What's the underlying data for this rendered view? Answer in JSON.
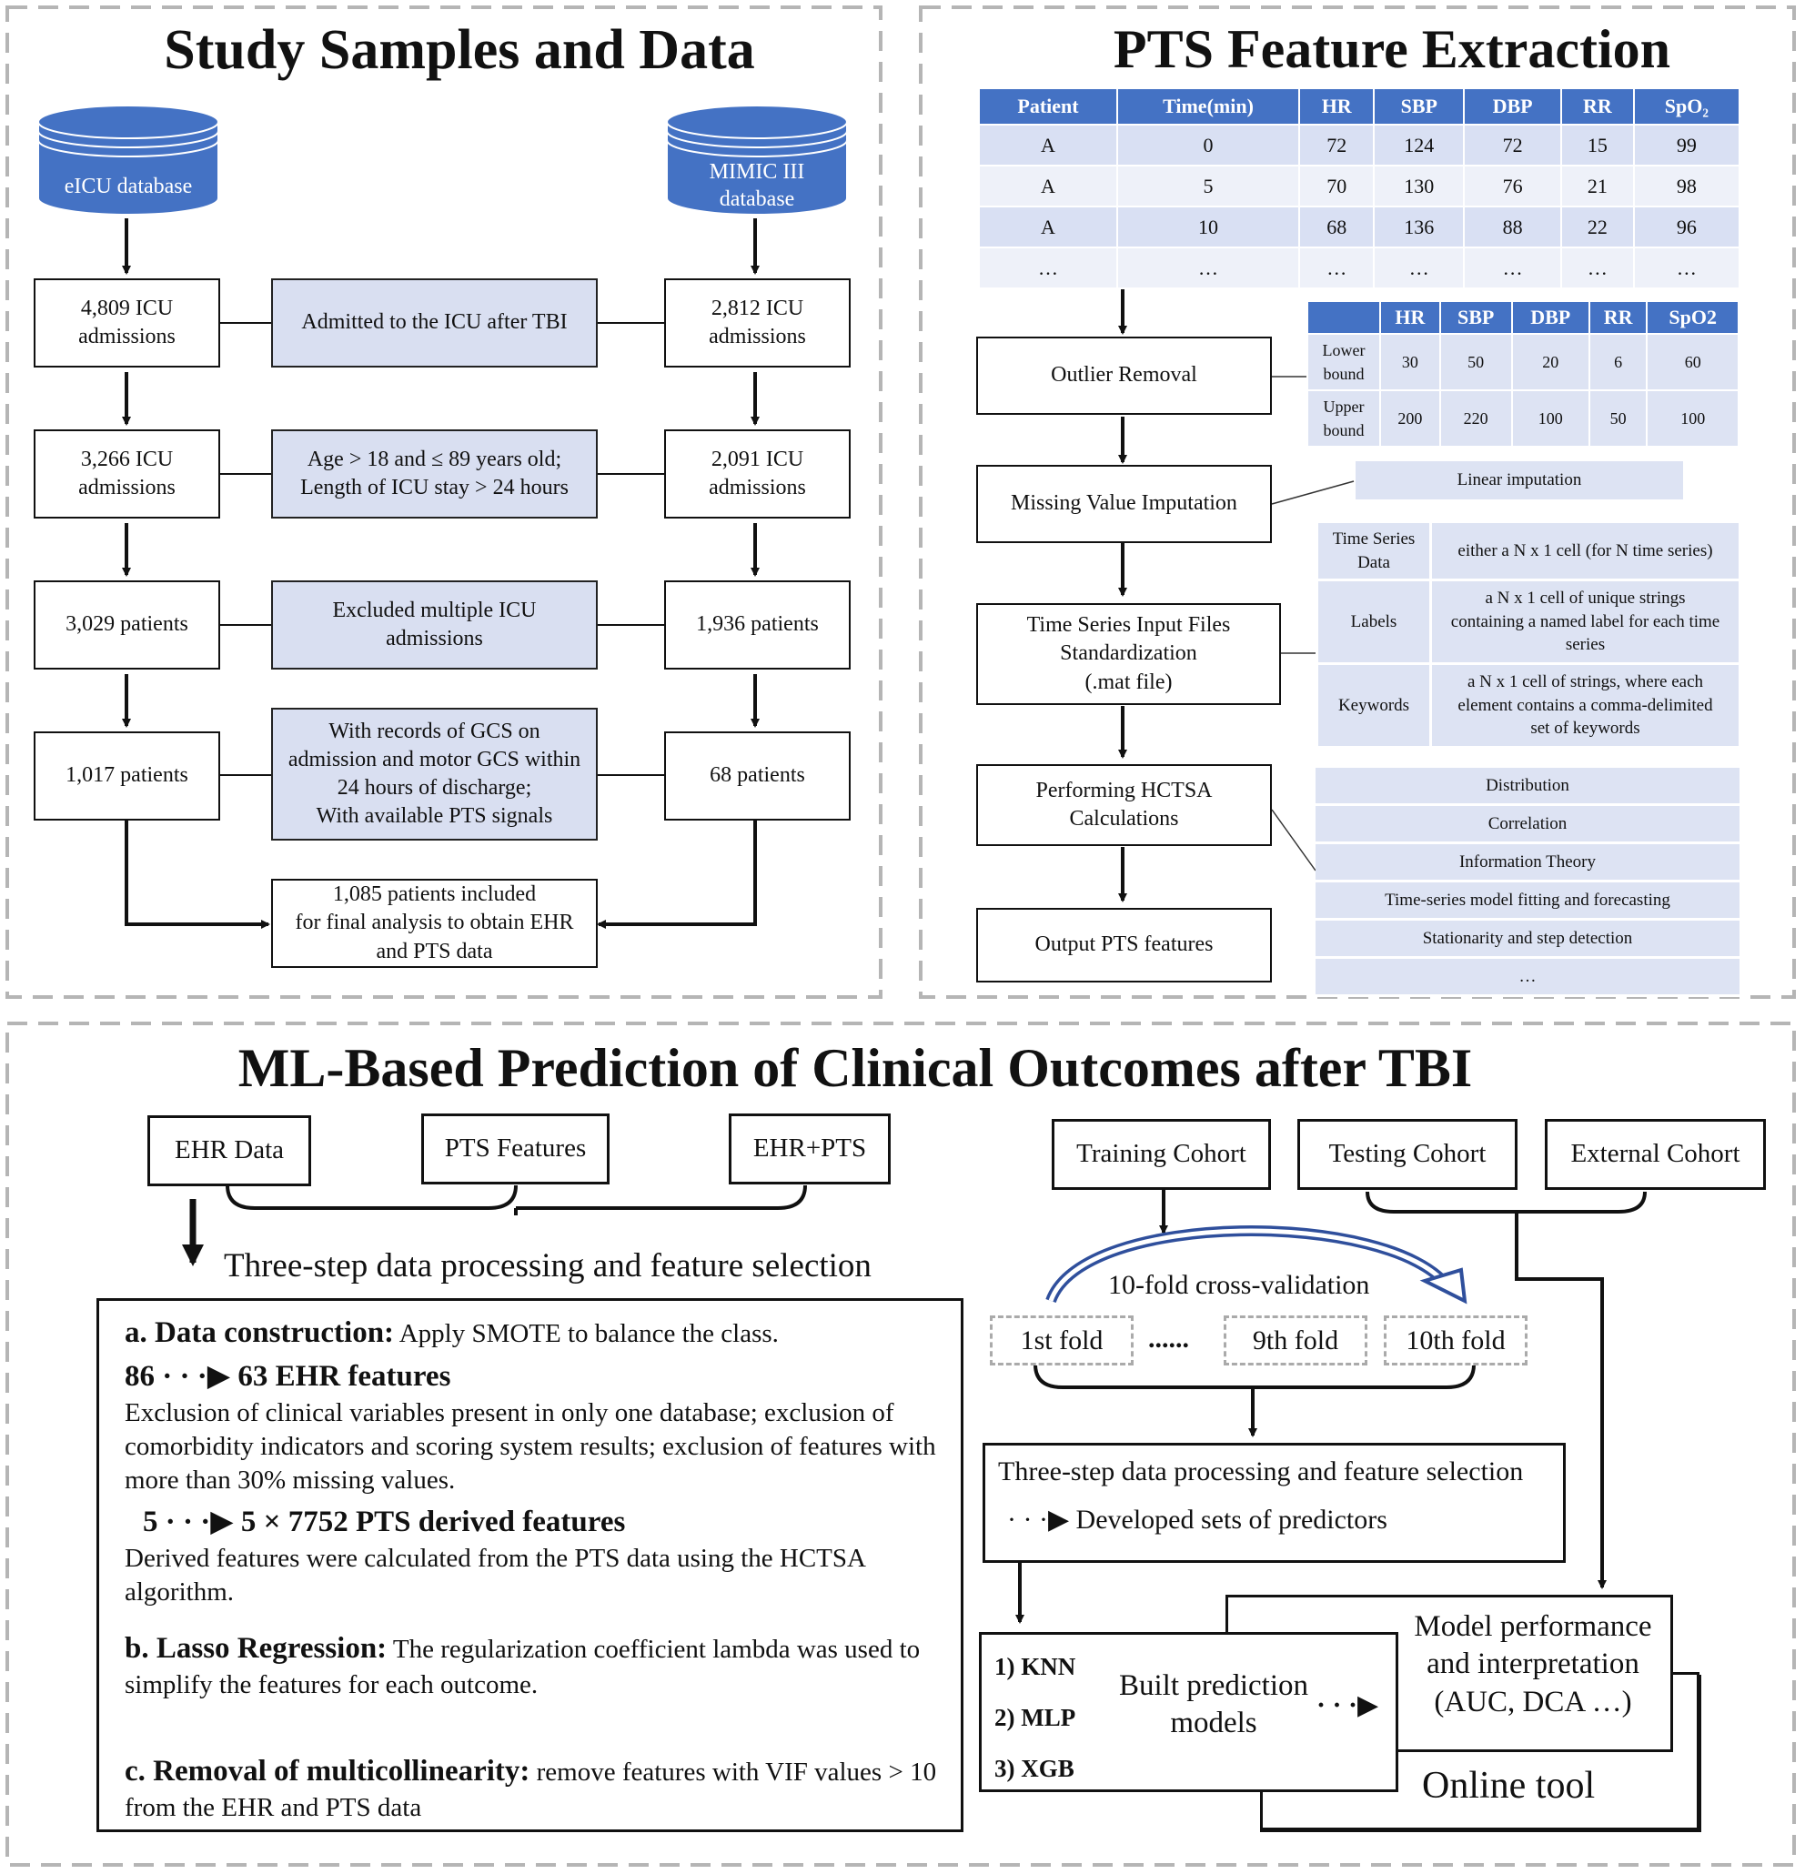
{
  "panels": {
    "study": {
      "title": "Study Samples and Data",
      "databases": [
        "eICU database",
        "MIMIC III\ndatabase"
      ],
      "left_boxes": [
        "4,809 ICU\nadmissions",
        "3,266 ICU\nadmissions",
        "3,029 patients",
        "1,017 patients"
      ],
      "criteria": [
        "Admitted to the ICU after TBI",
        "Age > 18 and ≤ 89 years old;\nLength of ICU stay > 24 hours",
        "Excluded multiple ICU\nadmissions",
        "With records of GCS on\nadmission and motor GCS within\n24 hours of discharge;\nWith available PTS signals"
      ],
      "right_boxes": [
        "2,812 ICU\nadmissions",
        "2,091 ICU\nadmissions",
        "1,936 patients",
        "68 patients"
      ],
      "final_box": "1,085 patients included\nfor final analysis to obtain EHR\nand PTS data"
    },
    "pts": {
      "title": "PTS Feature Extraction",
      "data_table": {
        "headers": [
          "Patient",
          "Time(min)",
          "HR",
          "SBP",
          "DBP",
          "RR",
          "SpO₂"
        ],
        "rows": [
          [
            "A",
            "0",
            "72",
            "124",
            "72",
            "15",
            "99"
          ],
          [
            "A",
            "5",
            "70",
            "130",
            "76",
            "21",
            "98"
          ],
          [
            "A",
            "10",
            "68",
            "136",
            "88",
            "22",
            "96"
          ],
          [
            "…",
            "…",
            "…",
            "…",
            "…",
            "…",
            "…"
          ]
        ]
      },
      "steps": [
        "Outlier Removal",
        "Missing Value Imputation",
        "Time Series Input Files\nStandardization\n(.mat file)",
        "Performing HCTSA\nCalculations",
        "Output PTS features"
      ],
      "bounds_table": {
        "headers": [
          "",
          "HR",
          "SBP",
          "DBP",
          "RR",
          "SpO2"
        ],
        "rows": [
          [
            "Lower\nbound",
            "30",
            "50",
            "20",
            "6",
            "60"
          ],
          [
            "Upper\nbound",
            "200",
            "220",
            "100",
            "50",
            "100"
          ]
        ]
      },
      "imputation_label": "Linear imputation",
      "file_info": [
        [
          "Time Series\nData",
          "either a N x 1 cell (for N time series)"
        ],
        [
          "Labels",
          "a N x 1 cell of unique strings\ncontaining a named label for each time\nseries"
        ],
        [
          "Keywords",
          "a N x 1 cell of strings, where each\nelement contains a comma-delimited\nset of keywords"
        ]
      ],
      "hctsa_list": [
        "Distribution",
        "Correlation",
        "Information Theory",
        "Time-series model fitting and forecasting",
        "Stationarity and step detection",
        "…"
      ]
    },
    "ml": {
      "title": "ML-Based Prediction of Clinical Outcomes after TBI",
      "inputs": [
        "EHR Data",
        "PTS Features",
        "EHR+PTS"
      ],
      "pipeline_label": "Three-step data processing and feature selection",
      "step_a_title": "a. Data construction:",
      "step_a_text": "Apply SMOTE to balance the class.",
      "ehr_reduction": "86 · · ·▶ 63 EHR features",
      "ehr_text": "Exclusion of clinical variables present in only one database; exclusion of comorbidity indicators and scoring system results; exclusion of features with more than 30% missing values.",
      "pts_reduction": "5 · · ·▶ 5 × 7752 PTS derived features",
      "pts_text": "Derived features were calculated from the PTS data using the HCTSA algorithm.",
      "step_b_title": "b. Lasso Regression:",
      "step_b_text": "The regularization coefficient lambda was used to simplify the features for each outcome.",
      "step_c_title": "c. Removal of multicollinearity:",
      "step_c_text": "remove features with VIF values > 10 from the EHR and PTS data",
      "cohorts": [
        "Training Cohort",
        "Testing Cohort",
        "External Cohort"
      ],
      "cv_label": "10-fold cross-validation",
      "folds": [
        "1st fold",
        "......",
        "9th fold",
        "10th fold"
      ],
      "selection_box": [
        "Three-step data processing and feature selection",
        "· · ·▶ Developed sets of predictors"
      ],
      "models": [
        "1) KNN",
        "2) MLP",
        "3) XGB"
      ],
      "models_label": "Built prediction\nmodels",
      "models_arrow": "· · ·▶",
      "performance": "Model performance\nand interpretation\n(AUC, DCA …)",
      "online_tool": "Online tool"
    }
  },
  "colors": {
    "accent_blue": "#4472c4",
    "light_blue": "#d9dff1",
    "dashed_border": "#aaaaaa"
  }
}
